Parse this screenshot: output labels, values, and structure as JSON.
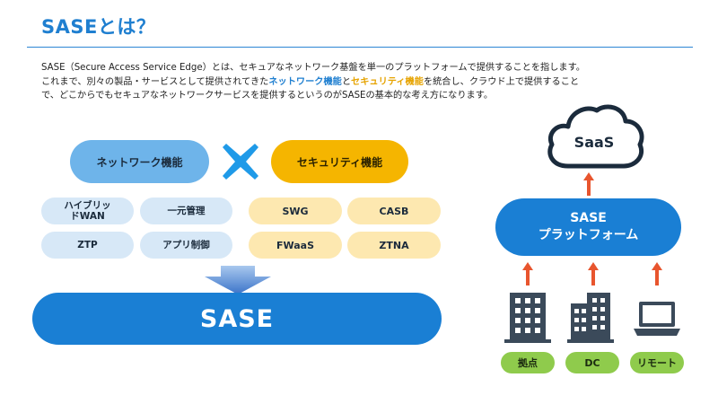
{
  "header": {
    "title": "SASEとは？"
  },
  "description": {
    "line1": "SASE（Secure Access Service Edge）とは、セキュアなネットワーク基盤を単一のプラットフォームで提供することを指します。",
    "line2_pre": "これまで、別々の製品・サービスとして提供されてきた",
    "line2_net": "ネットワーク機能",
    "line2_and": "と",
    "line2_sec": "セキュリティ機能",
    "line2_post": "を統合し、クラウド上で提供すること",
    "line3": "で、どこからでもセキュアなネットワークサービスを提供するというのがSASEの基本的な考え方になります。"
  },
  "left_diagram": {
    "network_label": "ネットワーク機能",
    "security_label": "セキュリティ機能",
    "network_items": [
      "ハイブリッドWAN",
      "一元管理",
      "ZTP",
      "アプリ制御"
    ],
    "security_items": [
      "SWG",
      "CASB",
      "FWaaS",
      "ZTNA"
    ],
    "result_label": "SASE"
  },
  "right_diagram": {
    "cloud_label": "SaaS",
    "platform_line1": "SASE",
    "platform_line2": "プラットフォーム",
    "locations": [
      "拠点",
      "DC",
      "リモート"
    ]
  },
  "colors": {
    "primary_blue": "#1a7fd4",
    "light_blue": "#6eb4ea",
    "pale_blue": "#d7e8f7",
    "gold": "#f5b500",
    "pale_gold": "#fde8b0",
    "green": "#8fcb4c",
    "arrow_red": "#e8552e",
    "icon_gray": "#3b4a5a"
  }
}
